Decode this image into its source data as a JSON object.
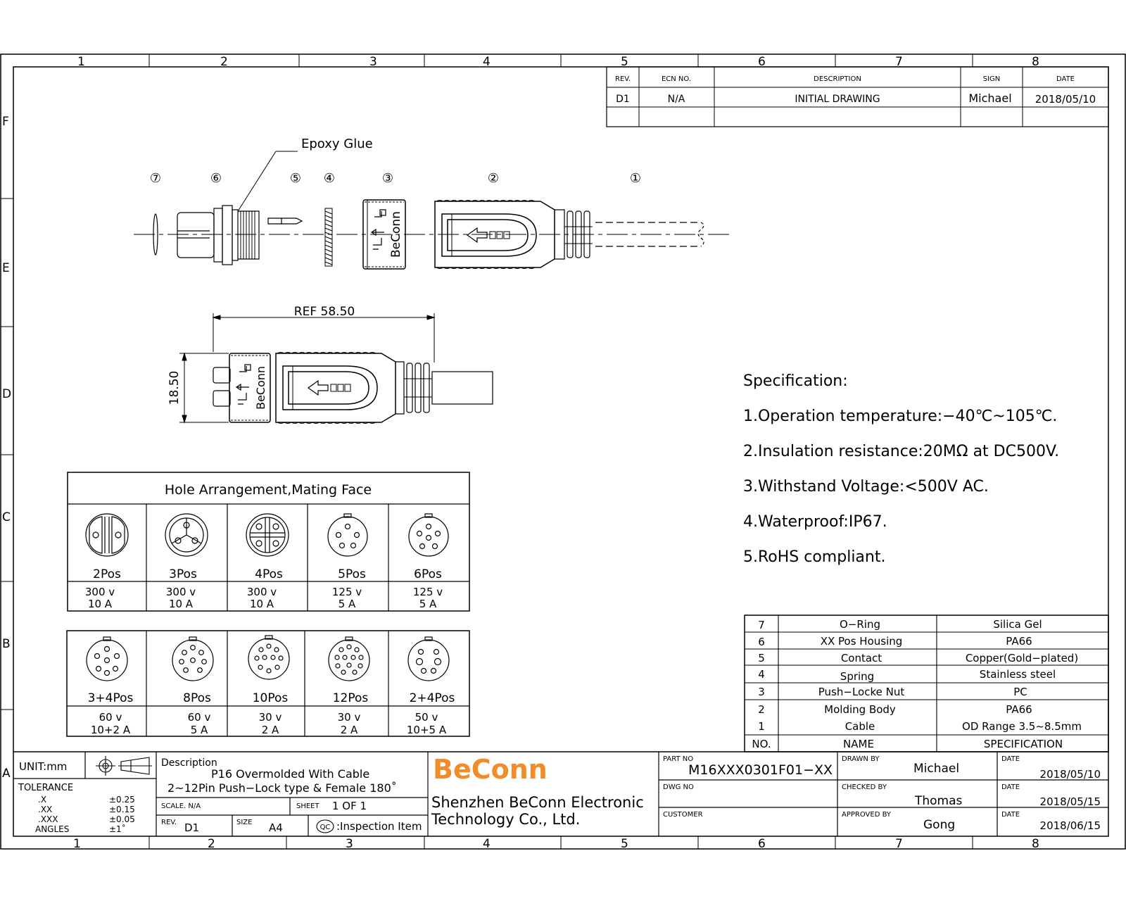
{
  "grid": {
    "columns": [
      "1",
      "2",
      "3",
      "4",
      "5",
      "6",
      "7",
      "8"
    ],
    "rows": [
      "F",
      "E",
      "D",
      "C",
      "B",
      "A"
    ]
  },
  "revision_table": {
    "headers": [
      "REV.",
      "ECN NO.",
      "DESCRIPTION",
      "SIGN",
      "DATE"
    ],
    "row": [
      "D1",
      "N/A",
      "INITIAL  DRAWING",
      "Michael",
      "2018/05/10"
    ]
  },
  "exploded_view": {
    "callout_epoxy": "Epoxy  Glue",
    "part_numbers": [
      "⑦",
      "⑥",
      "⑤",
      "④",
      "③",
      "②",
      "①"
    ],
    "nut_mark": "BeConn"
  },
  "assembled_view": {
    "ref_length": "REF  58.50",
    "diameter": "18.50",
    "nut_mark": "BeConn"
  },
  "hole_arrangement": {
    "title": "Hole  Arrangement,Mating  Face",
    "row1": [
      {
        "label": "2Pos",
        "voltage": "300 v",
        "current": "10  A"
      },
      {
        "label": "3Pos",
        "voltage": "300 v",
        "current": "10  A"
      },
      {
        "label": "4Pos",
        "voltage": "300 v",
        "current": "10  A"
      },
      {
        "label": "5Pos",
        "voltage": "125 v",
        "current": "5  A"
      },
      {
        "label": "6Pos",
        "voltage": "125 v",
        "current": "5  A"
      }
    ],
    "row2": [
      {
        "label": "3+4Pos",
        "voltage": "60 v",
        "current": "10+2 A"
      },
      {
        "label": "8Pos",
        "voltage": "60 v",
        "current": "5  A"
      },
      {
        "label": "10Pos",
        "voltage": "30 v",
        "current": "2  A"
      },
      {
        "label": "12Pos",
        "voltage": "30 v",
        "current": "2  A"
      },
      {
        "label": "2+4Pos",
        "voltage": "50 v",
        "current": "10+5 A"
      }
    ]
  },
  "specification": {
    "title": "Specification:",
    "items": [
      "1.Operation  temperature:−40℃~105℃.",
      "2.Insulation  resistance:20MΩ  at  DC500V.",
      "3.Withstand  Voltage:<500V  AC.",
      "4.Waterproof:IP67.",
      "5.RoHS  compliant."
    ]
  },
  "bom": {
    "rows": [
      [
        "7",
        "O−Ring",
        "Silica  Gel"
      ],
      [
        "6",
        "XX  Pos  Housing",
        "PA66"
      ],
      [
        "5",
        "Contact",
        "Copper(Gold−plated)"
      ],
      [
        "4",
        "Spring",
        "Stainless  steel"
      ],
      [
        "3",
        "Push−Locke  Nut",
        "PC"
      ],
      [
        "2",
        "Molding  Body",
        "PA66"
      ],
      [
        "1",
        "Cable",
        "OD  Range  3.5~8.5mm"
      ]
    ],
    "header": [
      "NO.",
      "NAME",
      "SPECIFICATION"
    ]
  },
  "title_block": {
    "unit": "UNIT:mm",
    "tolerance_title": "TOLERANCE",
    "tolerances": [
      [
        ".X",
        "±0.25"
      ],
      [
        ".XX",
        "±0.15"
      ],
      [
        ".XXX",
        "±0.05"
      ],
      [
        "ANGLES",
        "±1˚"
      ]
    ],
    "description_label": "Description",
    "description_line1": "P16  Overmolded  With  Cable",
    "description_line2": "2~12Pin  Push−Lock  type  &  Female  180˚",
    "scale": "SCALE. N/A",
    "sheet_label": "SHEET",
    "sheet_value": "1   OF   1",
    "rev_label": "REV.",
    "rev_value": "D1",
    "size_label": "SIZE",
    "size_value": "A4",
    "qc_label": ":Inspection  Item",
    "qc_mark": "QC",
    "company_logo": "BeConn",
    "company_line1": "Shenzhen  BeConn  Electronic",
    "company_line2": "Technology  Co.,  Ltd.",
    "part_no_label": "PART NO",
    "part_no": "M16XXX0301F01−XX",
    "dwg_no_label": "DWG NO",
    "customer_label": "CUSTOMER",
    "drawn_label": "DRAWN BY",
    "drawn": "Michael",
    "checked_label": "CHECKED BY",
    "checked": "Thomas",
    "approved_label": "APPROVED BY",
    "approved": "Gong",
    "date_label": "DATE",
    "date_drawn": "2018/05/10",
    "date_checked": "2018/05/15",
    "date_approved": "2018/06/15"
  },
  "colors": {
    "line": "#000000",
    "brand": "#f28c28"
  }
}
